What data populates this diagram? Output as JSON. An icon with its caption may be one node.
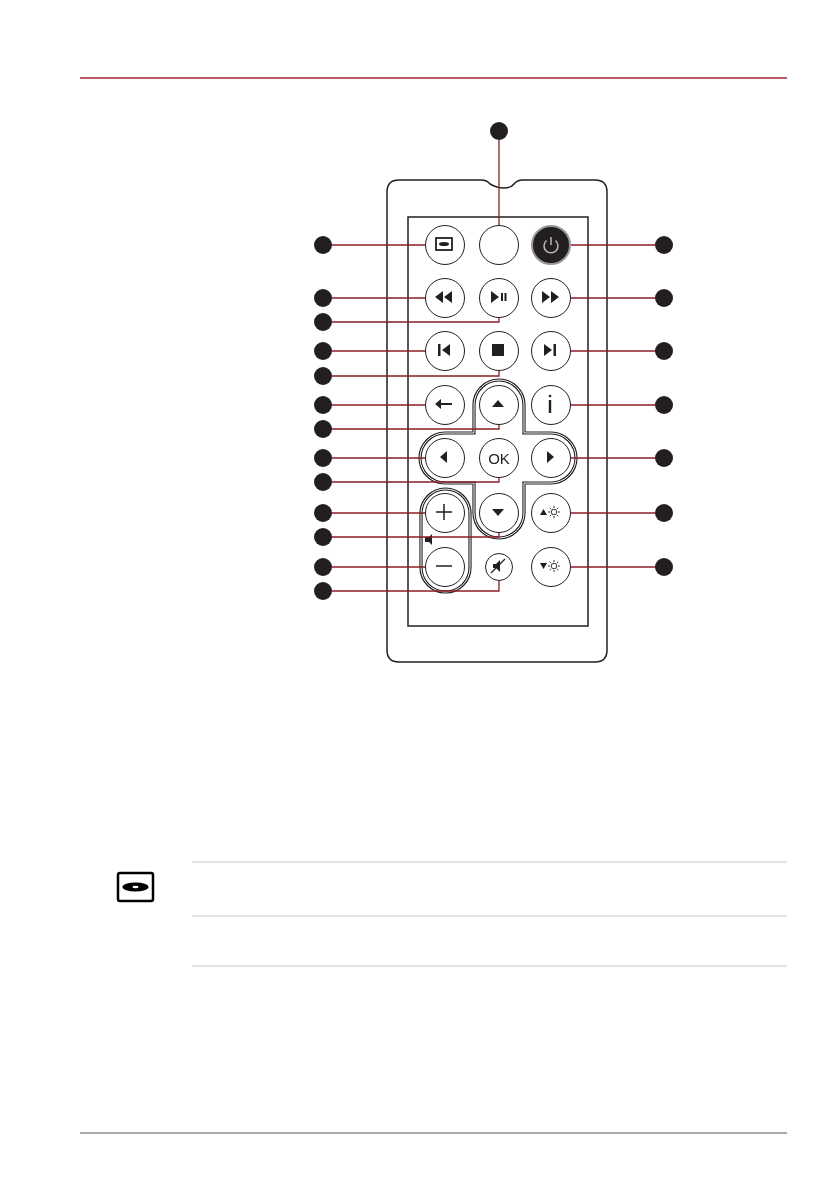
{
  "diagram": {
    "nodes": [
      {
        "text": [],
        "shape": "circle"
      },
      {
        "text": [],
        "shape": "circle"
      },
      {
        "text": [],
        "shape": "circle"
      },
      {
        "text": [],
        "shape": "circle"
      },
      {
        "text": [],
        "shape": "circle"
      },
      {
        "text": [],
        "shape": "circle"
      },
      {
        "text": [],
        "shape": "circle"
      },
      {
        "text": [],
        "shape": "circle"
      },
      {
        "text": [],
        "shape": "circle"
      },
      {
        "text": [],
        "shape": "circle"
      },
      {
        "text": [],
        "shape": "circle"
      },
      {
        "text": [],
        "shape": "circle"
      },
      {
        "text": [],
        "shape": "circle"
      },
      {
        "text": [],
        "shape": "circle"
      },
      {
        "text": [],
        "shape": "circle"
      },
      {
        "text": [],
        "shape": "circle"
      },
      {
        "text": [],
        "shape": "circle"
      },
      {
        "text": [],
        "shape": "circle"
      },
      {
        "text": [],
        "shape": "circle"
      },
      {
        "text": [],
        "shape": "circle"
      },
      {
        "text": [],
        "shape": "circle"
      },
      {
        "text": [],
        "shape": "circle"
      },
      {
        "text": [],
        "shape": "circle"
      },
      {
        "text": [],
        "shape": "circle"
      },
      {
        "text": [],
        "shape": "circle"
      },
      {
        "text": [],
        "shape": "circle"
      },
      {
        "text": [],
        "shape": "circle"
      },
      {
        "text": [],
        "shape": "circle"
      },
      {
        "text": [],
        "shape": "circle"
      },
      {
        "text": [],
        "shape": "circle"
      },
      {
        "text": [],
        "shape": "circle"
      },
      {
        "text": [],
        "shape": "circle"
      },
      {
        "text": [],
        "shape": "circle"
      },
      {
        "text": [],
        "shape": "circle"
      },
      {
        "text": [
          "OK"
        ]
      },
      {
        "text": [],
        "shape": "circle"
      },
      {
        "text": [],
        "shape": "circle"
      },
      {
        "text": [],
        "shape": "circle"
      },
      {
        "text": [],
        "shape": "circle"
      },
      {
        "text": [],
        "shape": "circle"
      },
      {
        "text": [],
        "shape": "circle"
      },
      {
        "text": [],
        "shape": "circle"
      }
    ],
    "edges": [
      {
        "from": 0,
        "to": 22,
        "arrow": "none"
      },
      {
        "from": 1,
        "to": 21,
        "arrow": "none"
      },
      {
        "from": 2,
        "to": 24,
        "arrow": "none"
      },
      {
        "from": 3,
        "to": 25,
        "arrow": "none"
      },
      {
        "from": 4,
        "to": 27,
        "arrow": "none"
      },
      {
        "from": 5,
        "to": 28,
        "arrow": "none"
      },
      {
        "from": 6,
        "to": 30,
        "arrow": "none"
      },
      {
        "from": 7,
        "to": 31,
        "arrow": "none"
      },
      {
        "from": 8,
        "to": 33,
        "arrow": "none"
      },
      {
        "from": 9,
        "to": 34,
        "arrow": "none"
      },
      {
        "from": 10,
        "to": 36,
        "arrow": "none"
      },
      {
        "from": 11,
        "to": 37,
        "arrow": "none"
      },
      {
        "from": 12,
        "to": 39,
        "arrow": "none"
      },
      {
        "from": 13,
        "to": 40,
        "arrow": "none"
      },
      {
        "from": 14,
        "to": 23,
        "arrow": "none"
      },
      {
        "from": 15,
        "to": 26,
        "arrow": "none"
      },
      {
        "from": 16,
        "to": 29,
        "arrow": "none"
      },
      {
        "from": 17,
        "to": 32,
        "arrow": "none"
      },
      {
        "from": 18,
        "to": 35,
        "arrow": "none"
      },
      {
        "from": 19,
        "to": 38,
        "arrow": "none"
      },
      {
        "from": 20,
        "to": 41,
        "arrow": "none"
      }
    ]
  }
}
